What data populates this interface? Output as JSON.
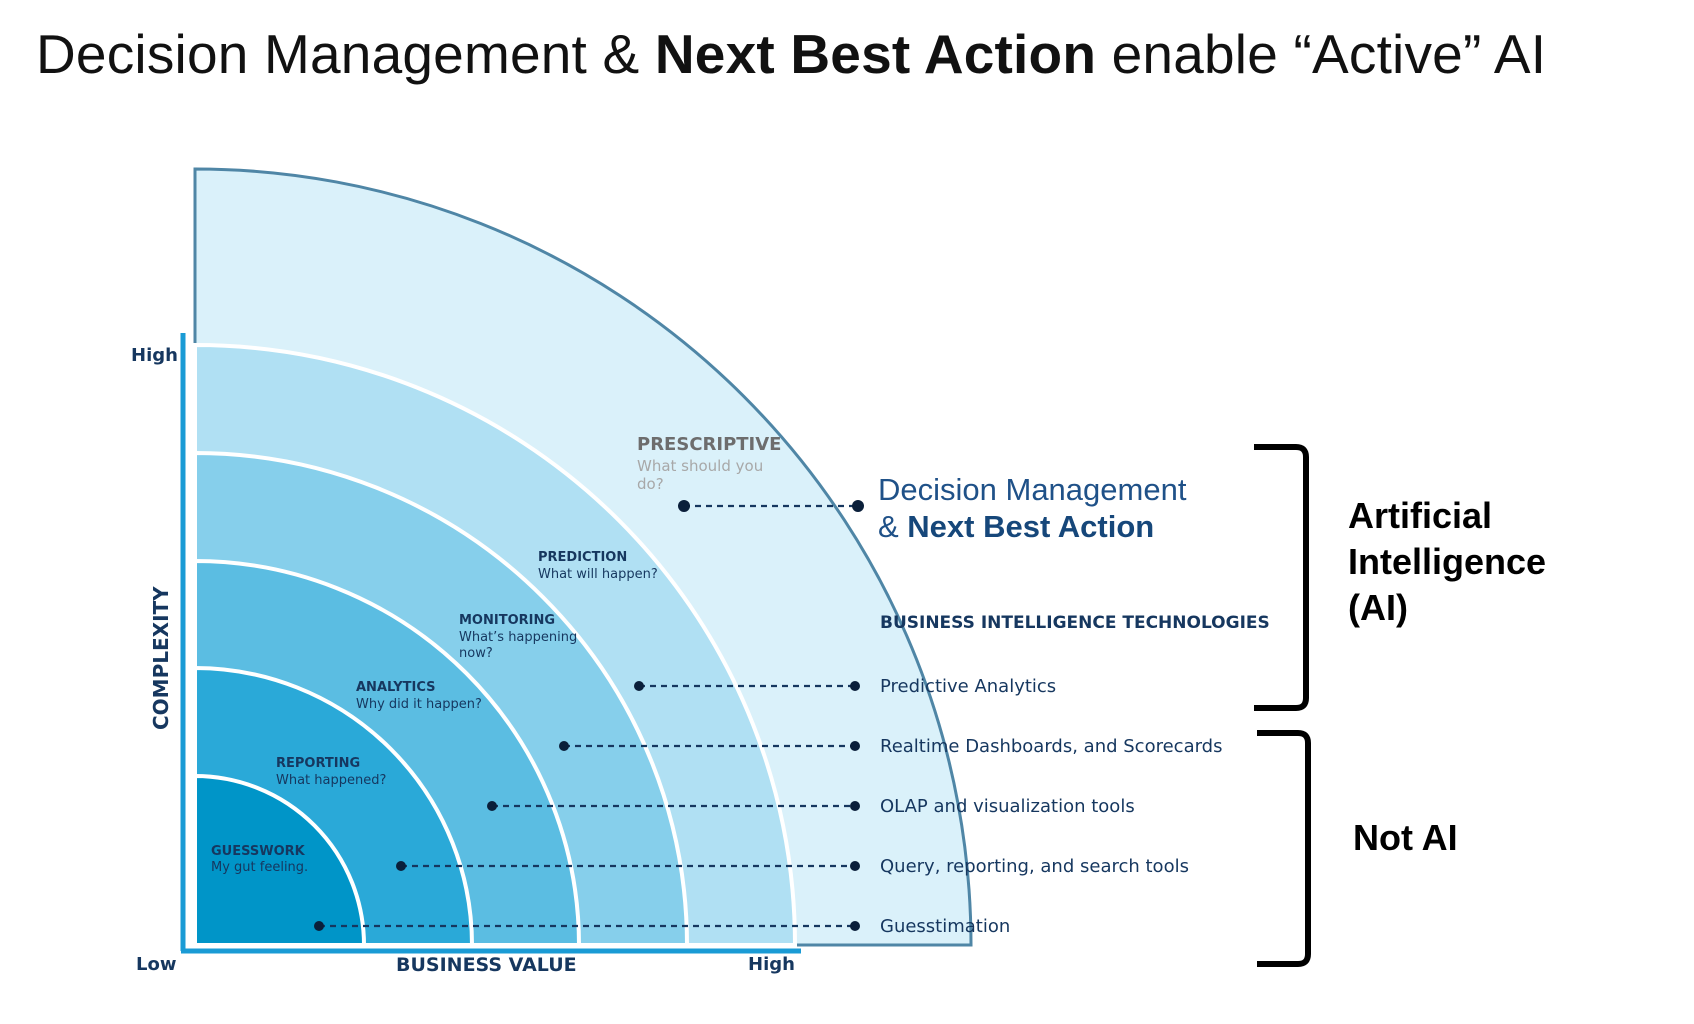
{
  "title": {
    "part1": "Decision Management & ",
    "bold": "Next Best Action",
    "part2": " enable “Active” AI"
  },
  "axes": {
    "y_label": "COMPLEXITY",
    "y_high": "High",
    "x_label": "BUSINESS VALUE",
    "x_low": "Low",
    "x_high": "High"
  },
  "stages": [
    {
      "name": "GUESSWORK",
      "question": "My gut feeling.",
      "color": "#0095c8"
    },
    {
      "name": "REPORTING",
      "question": "What happened?",
      "color": "#2aa9d8"
    },
    {
      "name": "ANALYTICS",
      "question": "Why did it happen?",
      "color": "#5bbde2"
    },
    {
      "name": "MONITORING",
      "question": "What’s happening",
      "question2": "now?",
      "color": "#86cfeb"
    },
    {
      "name": "PREDICTION",
      "question": "What will happen?",
      "color": "#b0e0f3"
    },
    {
      "name": "PRESCRIPTIVE",
      "question": "What should you",
      "question2": "do?",
      "color": "#daf1fa"
    }
  ],
  "decision_management": {
    "line1": "Decision Management",
    "line2_prefix": "& ",
    "line2_bold": "Next Best Action"
  },
  "bi_heading": "BUSINESS INTELLIGENCE TECHNOLOGIES",
  "tools": [
    "Predictive Analytics",
    "Realtime Dashboards, and Scorecards",
    "OLAP and visualization tools",
    "Query, reporting, and search tools",
    "Guesstimation"
  ],
  "groups": {
    "ai_line1": "Artificial",
    "ai_line2": "Intelligence",
    "ai_line3": "(AI)",
    "not_ai": "Not AI"
  },
  "colors": {
    "axis": "#1a9bd5",
    "dark_navy": "#16375f",
    "outer_border": "#4f86a6"
  }
}
